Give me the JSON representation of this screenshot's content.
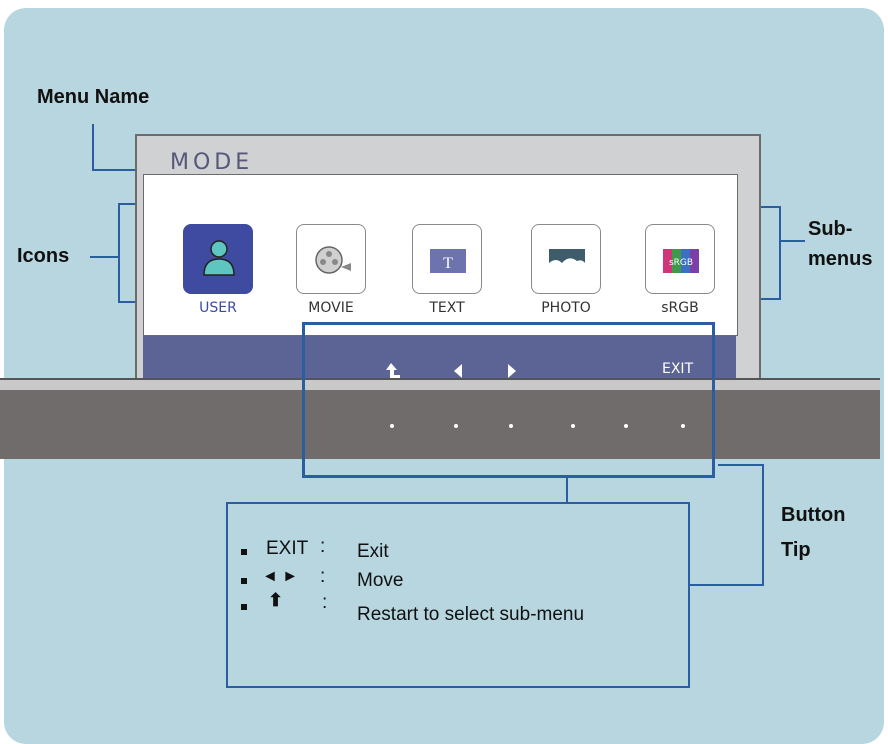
{
  "callouts": {
    "menu_name": "Menu Name",
    "icons": "Icons",
    "submenus_1": "Sub-",
    "submenus_2": "menus",
    "button_tip_1": "Button",
    "button_tip_2": "Tip"
  },
  "osd": {
    "title": "MODE",
    "items": [
      {
        "label": "USER",
        "icon": "user-icon",
        "selected": true
      },
      {
        "label": "MOVIE",
        "icon": "film-reel-icon",
        "selected": false
      },
      {
        "label": "TEXT",
        "icon": "text-icon",
        "selected": false,
        "glyph": "T"
      },
      {
        "label": "PHOTO",
        "icon": "photo-icon",
        "selected": false
      },
      {
        "label": "sRGB",
        "icon": "srgb-icon",
        "selected": false,
        "glyph": "sRGB"
      }
    ],
    "button_bar": {
      "exit": "EXIT"
    }
  },
  "tips": [
    {
      "key": "EXIT",
      "sep": ":",
      "desc": "Exit"
    },
    {
      "key": "◄ ►",
      "sep": ":",
      "desc": "Move"
    },
    {
      "key": "⬆",
      "sep": ":",
      "desc": "Restart to select sub-menu"
    }
  ],
  "colors": {
    "background": "#b7d6df",
    "accent": "#2a5ea0",
    "selected": "#3e4ba1",
    "bar": "#5c6395",
    "stand": "#6f6c6b"
  }
}
